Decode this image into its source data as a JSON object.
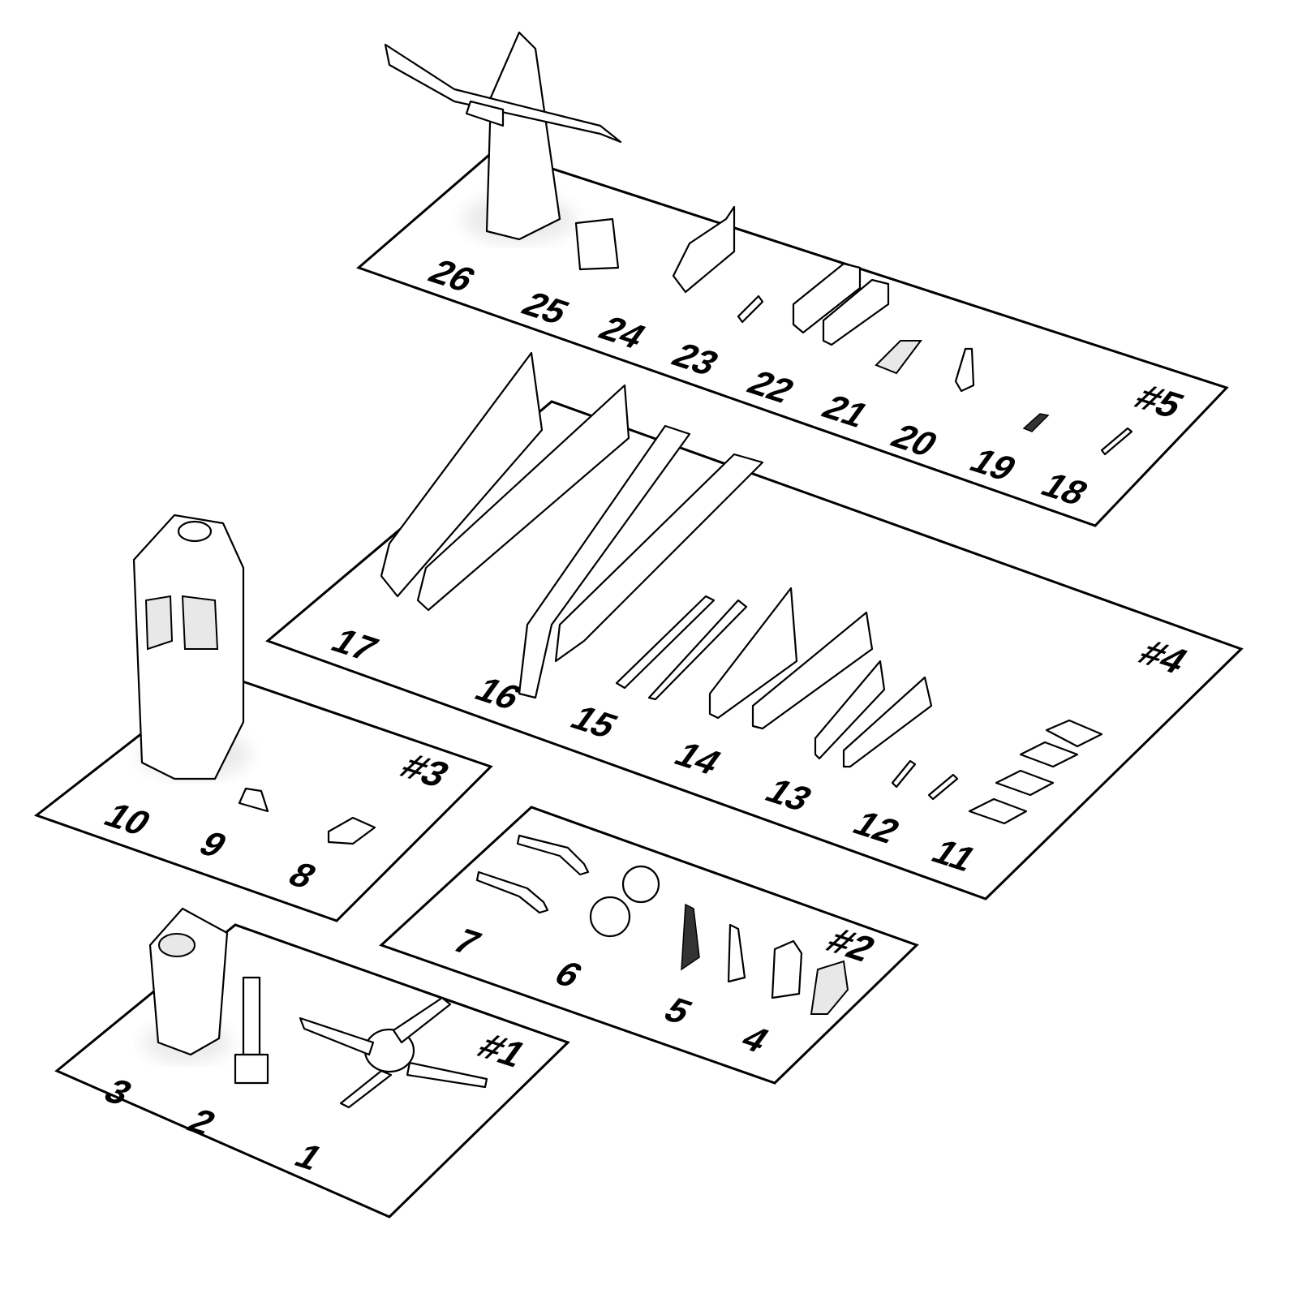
{
  "plates": [
    {
      "label": "#1",
      "parts": [
        "3",
        "2",
        "1"
      ]
    },
    {
      "label": "#2",
      "parts": [
        "7",
        "6",
        "5",
        "4"
      ]
    },
    {
      "label": "#3",
      "parts": [
        "10",
        "9",
        "8"
      ]
    },
    {
      "label": "#4",
      "parts": [
        "17",
        "16",
        "15",
        "14",
        "13",
        "12",
        "11"
      ]
    },
    {
      "label": "#5",
      "parts": [
        "26",
        "25",
        "24",
        "23",
        "22",
        "21",
        "20",
        "19",
        "18"
      ]
    }
  ]
}
